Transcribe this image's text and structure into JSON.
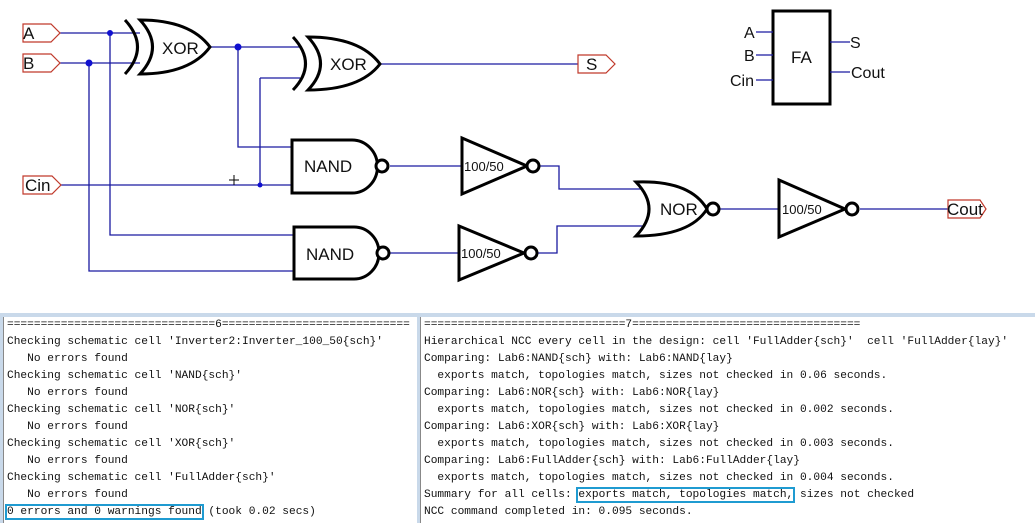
{
  "schematic": {
    "ports": {
      "a": "A",
      "b": "B",
      "cin": "Cin",
      "s": "S",
      "cout": "Cout"
    },
    "gates": {
      "xor1": "XOR",
      "xor2": "XOR",
      "nand1": "NAND",
      "nand2": "NAND",
      "inv1": "100/50",
      "inv2": "100/50",
      "nor": "NOR",
      "inv3": "100/50"
    },
    "icon": {
      "label": "FA",
      "in_a": "A",
      "in_b": "B",
      "in_cin": "Cin",
      "out_s": "S",
      "out_cout": "Cout"
    },
    "colors": {
      "wire": "#1a1aa0",
      "port": "#c0392b",
      "highlight": "#1f9bd1"
    }
  },
  "console": {
    "left": {
      "separator": "===============================6============================",
      "lines": [
        "Checking schematic cell 'Inverter2:Inverter_100_50{sch}'",
        "   No errors found",
        "Checking schematic cell 'NAND{sch}'",
        "   No errors found",
        "Checking schematic cell 'NOR{sch}'",
        "   No errors found",
        "Checking schematic cell 'XOR{sch}'",
        "   No errors found",
        "Checking schematic cell 'FullAdder{sch}'",
        "   No errors found"
      ],
      "summary_highlight": "0 errors and 0 warnings found",
      "summary_rest": " (took 0.02 secs)"
    },
    "right": {
      "separator": "==============================7==================================",
      "lines": [
        "Hierarchical NCC every cell in the design: cell 'FullAdder{sch}'  cell 'FullAdder{lay}'",
        "Comparing: Lab6:NAND{sch} with: Lab6:NAND{lay}",
        "  exports match, topologies match, sizes not checked in 0.06 seconds.",
        "Comparing: Lab6:NOR{sch} with: Lab6:NOR{lay}",
        "  exports match, topologies match, sizes not checked in 0.002 seconds.",
        "Comparing: Lab6:XOR{sch} with: Lab6:XOR{lay}",
        "  exports match, topologies match, sizes not checked in 0.003 seconds.",
        "Comparing: Lab6:FullAdder{sch} with: Lab6:FullAdder{lay}",
        "  exports match, topologies match, sizes not checked in 0.004 seconds."
      ],
      "summary_prefix": "Summary for all cells: ",
      "summary_highlight": "exports match, topologies match,",
      "summary_rest": " sizes not checked",
      "final": "NCC command completed in: 0.095 seconds."
    }
  }
}
